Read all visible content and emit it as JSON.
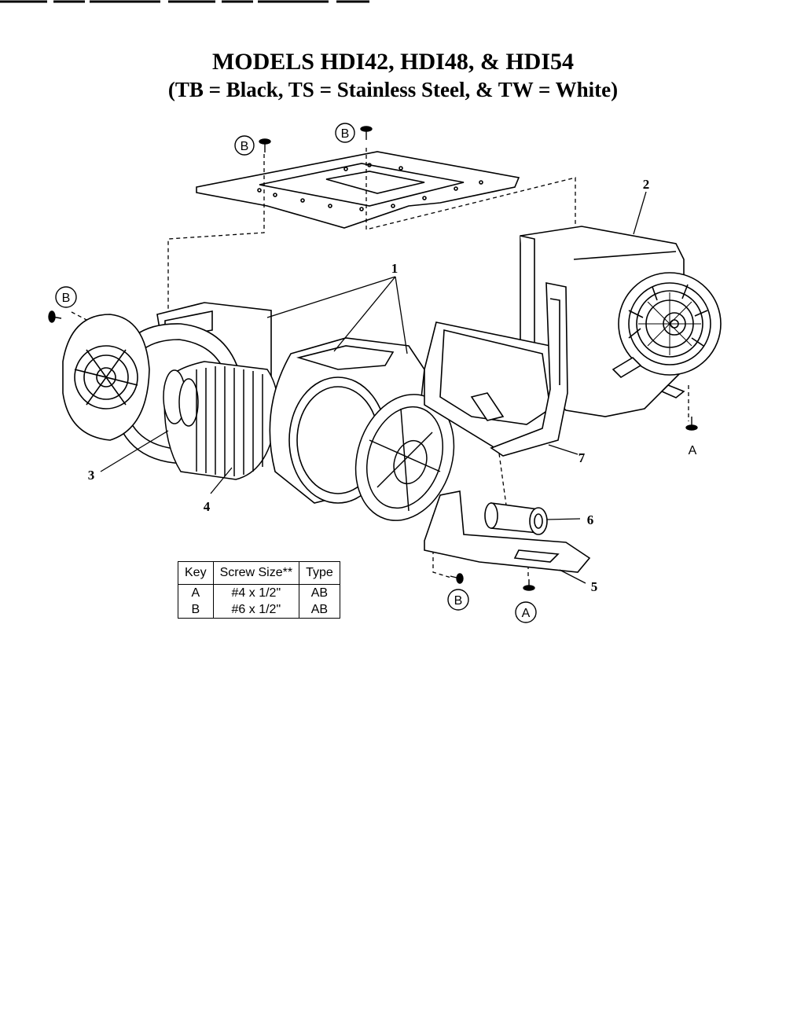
{
  "title": {
    "line1": "MODELS HDI42, HDI48, & HDI54",
    "line2": "(TB = Black, TS = Stainless Steel, & TW = White)"
  },
  "callouts": {
    "part1": "1",
    "part2": "2",
    "part3": "3",
    "part4": "4",
    "part5": "5",
    "part6": "6",
    "part7": "7"
  },
  "screw_markers": {
    "a": "A",
    "b": "B"
  },
  "screw_table": {
    "headers": [
      "Key",
      "Screw Size**",
      "Type"
    ],
    "rows": [
      [
        "A",
        "#4 x 1/2\"",
        "AB"
      ],
      [
        "B",
        "#6 x 1/2\"",
        "AB"
      ]
    ]
  }
}
